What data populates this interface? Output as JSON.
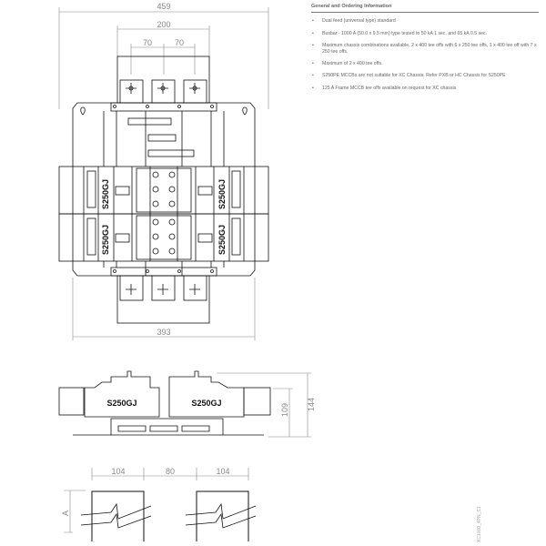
{
  "info": {
    "heading": "General and Ordering Information",
    "bullets": [
      "Dual feed (universal type) standard",
      "Busbar - 1000 A (50.0 x 9.5 mm) type tested to 50 kA 1 sec. and 65 kA 0.5 sec.",
      "Maximum chassis combinations available, 2 x 400 tee offs with 6 x 250 tee offs, 1 x 400 tee off with 7 x 250 tee offs.",
      "Maximum of 2 x 400 tee offs.",
      "S250PE MCCBs are not suitable for XC Chassis. Refer PXB or HC Chassis for S250PE",
      "125 A Frame MCCB tee offs available on request for XC chassis"
    ]
  },
  "plan_view": {
    "dim_overall_width": "459",
    "dim_terminal_span": "200",
    "dim_pitch_1": "70",
    "dim_pitch_2": "70",
    "dim_base_width": "393",
    "breaker_labels": [
      "S250GJ",
      "S250GJ",
      "S250GJ",
      "S250GJ"
    ]
  },
  "side_view": {
    "breaker_labels": [
      "S250GJ",
      "S250GJ"
    ],
    "dim_height_overall": "144",
    "dim_height_breaker": "109"
  },
  "cutout_view": {
    "dim_left": "104",
    "dim_gap": "80",
    "dim_right": "104",
    "dim_a": "A"
  },
  "drawing_ref": "XC1000_4PN_S1"
}
